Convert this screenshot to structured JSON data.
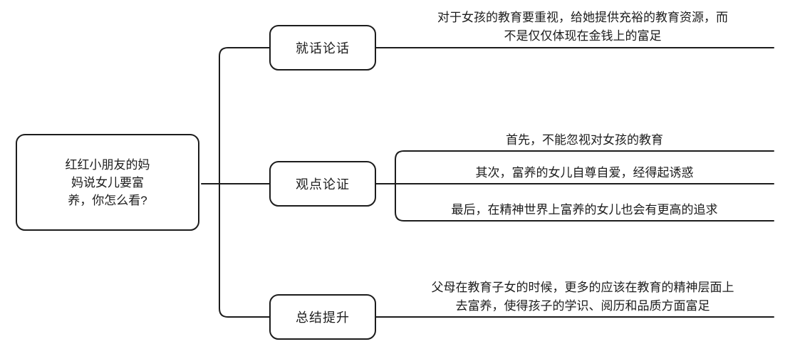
{
  "diagram": {
    "type": "mindmap",
    "colors": {
      "line": "#1c1c1c",
      "text": "#1c1c1c",
      "background": "#ffffff"
    },
    "root": {
      "lines": [
        "红红小朋友的妈",
        "妈说女儿要富",
        "养，你怎么看?"
      ]
    },
    "branches": [
      {
        "label": "就话论话",
        "children": [
          {
            "lines": [
              "对于女孩的教育要重视，给她提供充裕的教育资源，而",
              "不是仅仅体现在金钱上的富足"
            ]
          }
        ]
      },
      {
        "label": "观点论证",
        "children": [
          {
            "lines": [
              "首先，不能忽视对女孩的教育"
            ]
          },
          {
            "lines": [
              "其次，富养的女儿自尊自爱，经得起诱惑"
            ]
          },
          {
            "lines": [
              "最后，在精神世界上富养的女儿也会有更高的追求"
            ]
          }
        ]
      },
      {
        "label": "总结提升",
        "children": [
          {
            "lines": [
              "父母在教育子女的时候，更多的应该在教育的精神层面上",
              "去富养，使得孩子的学识、阅历和品质方面富足"
            ]
          }
        ]
      }
    ]
  }
}
